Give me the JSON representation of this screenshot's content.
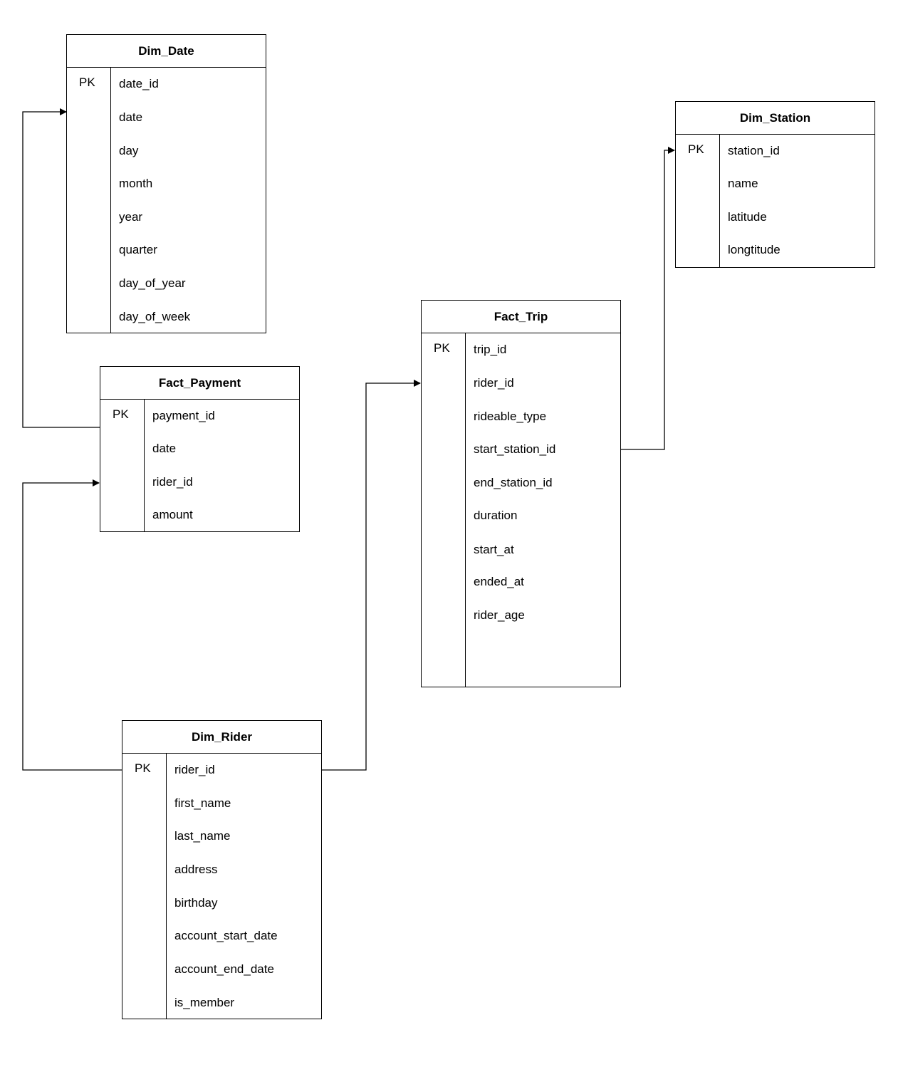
{
  "tables": {
    "dim_date": {
      "title": "Dim_Date",
      "pk": "PK",
      "fields": [
        "date_id",
        "date",
        "day",
        "month",
        "year",
        "quarter",
        "day_of_year",
        "day_of_week"
      ]
    },
    "fact_payment": {
      "title": "Fact_Payment",
      "pk": "PK",
      "fields": [
        "payment_id",
        "date",
        "rider_id",
        "amount"
      ]
    },
    "dim_rider": {
      "title": "Dim_Rider",
      "pk": "PK",
      "fields": [
        "rider_id",
        "first_name",
        "last_name",
        "address",
        "birthday",
        "account_start_date",
        "account_end_date",
        "is_member"
      ]
    },
    "fact_trip": {
      "title": "Fact_Trip",
      "pk": "PK",
      "fields": [
        "trip_id",
        "rider_id",
        "rideable_type",
        "start_station_id",
        "end_station_id",
        "duration",
        "start_at",
        "ended_at",
        "rider_age"
      ]
    },
    "dim_station": {
      "title": "Dim_Station",
      "pk": "PK",
      "fields": [
        "station_id",
        "name",
        "latitude",
        "longtitude"
      ]
    }
  },
  "style": {
    "line_color": "#000000",
    "background": "#ffffff"
  }
}
